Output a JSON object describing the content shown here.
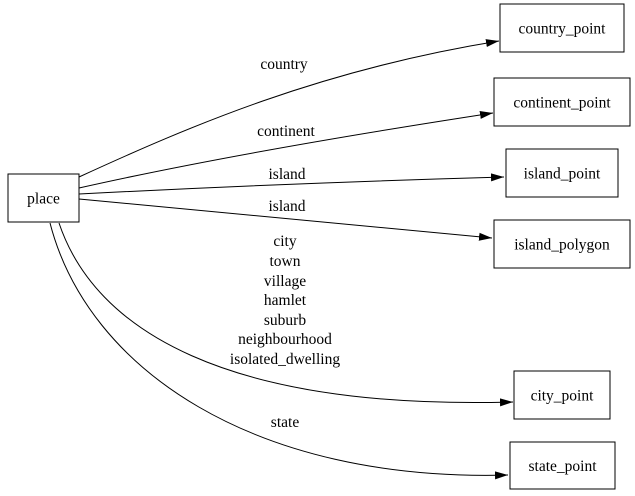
{
  "diagram": {
    "type": "directed-graph",
    "background_color": "#ffffff",
    "node_fill_color": "#ffffff",
    "node_border_color": "#000000",
    "edge_color": "#000000",
    "text_color": "#000000",
    "nodes": [
      {
        "id": "place",
        "label": "place"
      },
      {
        "id": "country_point",
        "label": "country_point"
      },
      {
        "id": "continent_point",
        "label": "continent_point"
      },
      {
        "id": "island_point",
        "label": "island_point"
      },
      {
        "id": "island_polygon",
        "label": "island_polygon"
      },
      {
        "id": "city_point",
        "label": "city_point"
      },
      {
        "id": "state_point",
        "label": "state_point"
      }
    ],
    "edges": [
      {
        "from": "place",
        "to": "country_point",
        "label": "country"
      },
      {
        "from": "place",
        "to": "continent_point",
        "label": "continent"
      },
      {
        "from": "place",
        "to": "island_point",
        "label": "island"
      },
      {
        "from": "place",
        "to": "island_polygon",
        "label": "island"
      },
      {
        "from": "place",
        "to": "city_point",
        "label_lines": [
          "city",
          "town",
          "village",
          "hamlet",
          "suburb",
          "neighbourhood",
          "isolated_dwelling"
        ]
      },
      {
        "from": "place",
        "to": "state_point",
        "label": "state"
      }
    ]
  }
}
